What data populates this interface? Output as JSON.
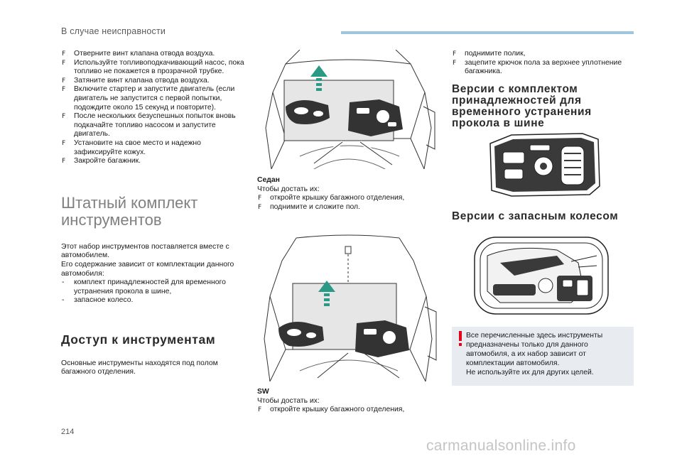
{
  "header": {
    "section_title": "В случае неисправности"
  },
  "col1": {
    "steps": [
      "Отверните винт клапана отвода воздуха.",
      "Используйте топливоподкачивающий насос, пока топливо не покажется в прозрачной трубке.",
      "Затяните винт клапана отвода воздуха.",
      "Включите стартер и запустите двигатель (если двигатель не запустится с первой попытки, подождите около 15 секунд и повторите).",
      "После нескольких безуспешных попыток вновь подкачайте топливо насосом и запустите двигатель.",
      "Установите на свое место и надежно зафиксируйте кожух.",
      "Закройте багажник."
    ],
    "heading_kit": "Штатный комплект инструментов",
    "kit_para1": "Этот набор инструментов поставляется вместе с автомобилем.",
    "kit_para2": "Его содержание зависит от комплектации данного автомобиля:",
    "kit_items": [
      "комплект принадлежностей для временного устранения прокола в шине,",
      "запасное колесо."
    ],
    "heading_access": "Доступ к инструментам",
    "access_para": "Основные инструменты находятся под полом багажного отделения."
  },
  "col2": {
    "sedan_label": "Седан",
    "sedan_intro": "Чтобы достать их:",
    "sedan_steps": [
      "откройте крышку багажного отделения,",
      "поднимите и сложите пол."
    ],
    "sw_label": "SW",
    "sw_intro": "Чтобы достать их:",
    "sw_steps": [
      "откройте крышку багажного отделения,"
    ]
  },
  "col3": {
    "steps": [
      "поднимите полик,",
      "зацепите крючок пола за верхнее уплотнение багажника."
    ],
    "heading_repair": "Версии с комплектом принадлежностей для временного устранения прокола в шине",
    "heading_spare": "Версии с запасным колесом",
    "note_lines": [
      "Все перечисленные здесь инструменты предназначены только для данного автомобиля, а их набор зависит от комплектации автомобиля.",
      "Не используйте их для других целей."
    ]
  },
  "colors": {
    "header_bar": "#9fc6dc",
    "arrow": "#2a9a86",
    "warning_icon": "#e2001a",
    "note_bg": "#e8ecf1"
  },
  "page_number": "214",
  "watermark": "carmanualsonline.info"
}
